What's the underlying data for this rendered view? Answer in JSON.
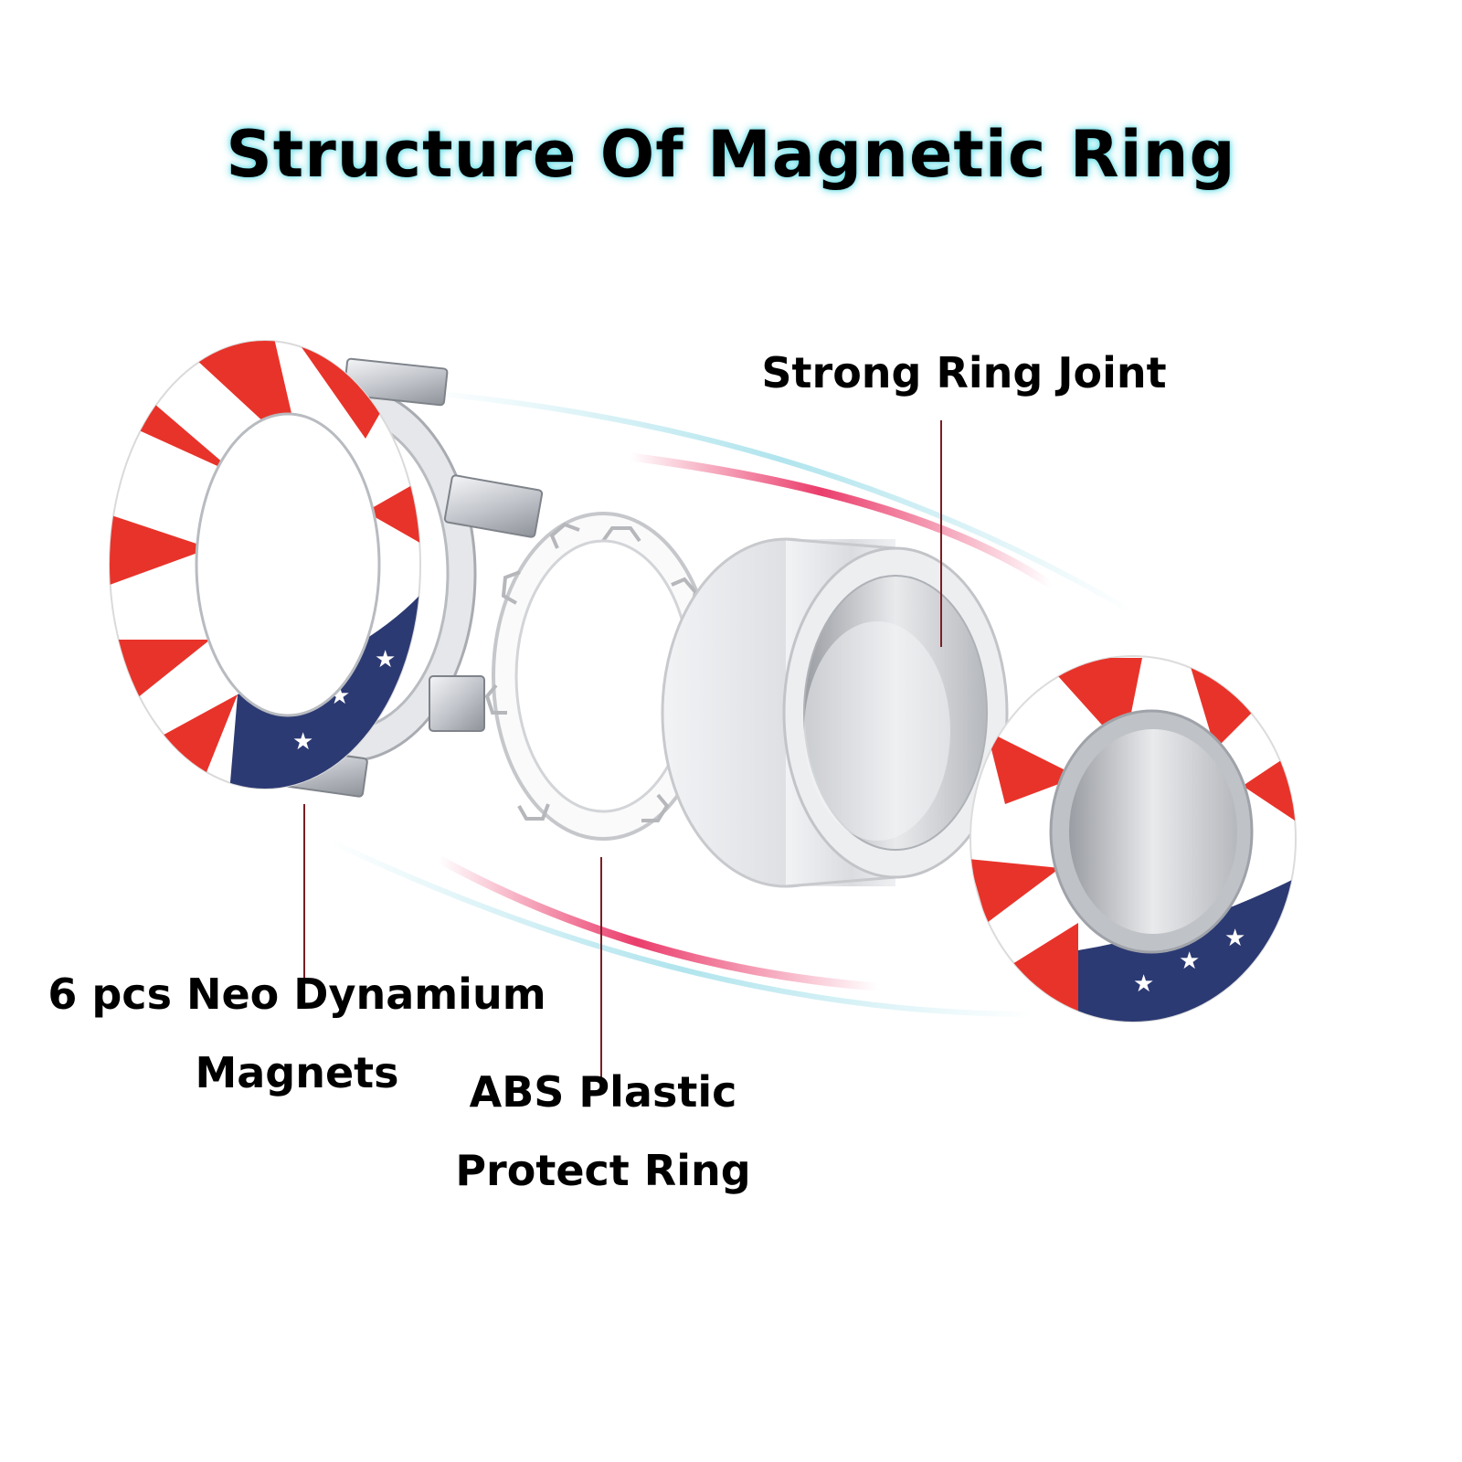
{
  "title": "Structure Of Magnetic Ring",
  "labels": {
    "ring_joint": "Strong Ring Joint",
    "magnets_line1": "6 pcs Neo Dynamium",
    "magnets_line2": "Magnets",
    "abs_line1": "ABS Plastic",
    "abs_line2": "Protect Ring"
  },
  "colors": {
    "flag_red": "#e8332a",
    "flag_blue": "#2c3a73",
    "swoosh": "#e8285c",
    "leader_line": "#7a1f24",
    "metal": "#c9cbd0"
  }
}
